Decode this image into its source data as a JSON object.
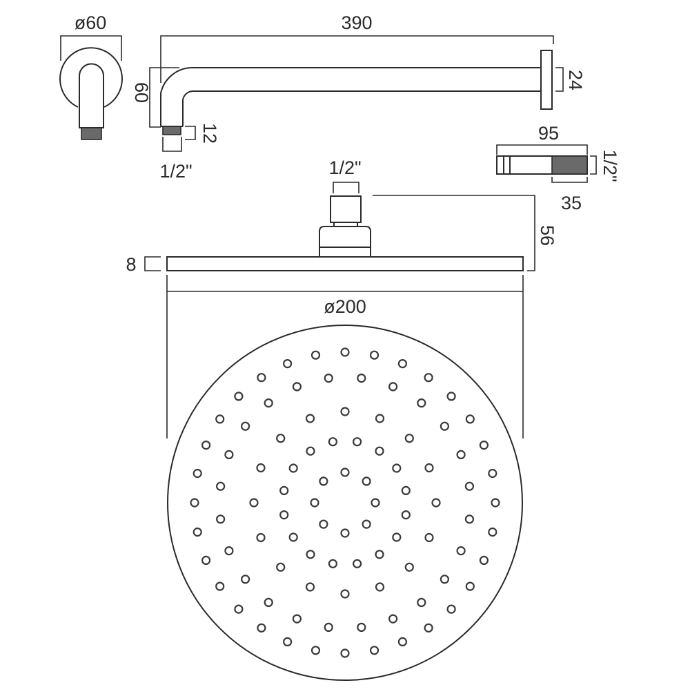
{
  "diagram": {
    "title": "Shower head with wall arm — technical dimension drawing",
    "units": "mm",
    "colors": {
      "line": "#2a2a2a",
      "background": "#ffffff",
      "thread_fill": "#6a6a6a"
    },
    "wall_flange_front_view": {
      "diameter_label": "ø60"
    },
    "shower_arm_side_view": {
      "length_label": "390",
      "drop_height_label": "60",
      "flange_thickness_label": "24",
      "thread_length_label": "12",
      "thread_size_label": "1/2\""
    },
    "connector_nipple": {
      "length_label": "95",
      "thread_length_label": "35",
      "thread_size_label": "1/2\""
    },
    "shower_head_side_view": {
      "inlet_thread_label": "1/2\"",
      "total_height_label": "56",
      "plate_thickness_label": "8",
      "diameter_label": "ø200"
    },
    "shower_head_face_view": {
      "nozzle_ring_counts": [
        8,
        16,
        16,
        24,
        32
      ],
      "nozzle_shape": "circle"
    }
  }
}
